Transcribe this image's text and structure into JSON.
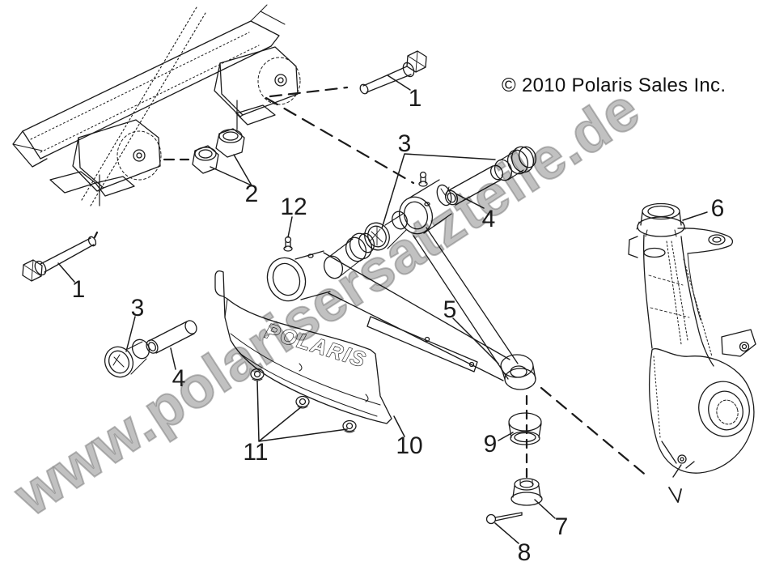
{
  "diagram": {
    "copyright": "© 2010 Polaris Sales Inc.",
    "watermark": "www.polarisersatzteile.de",
    "logo_text": "POLARIS",
    "ink_color": "#1b1b1b",
    "watermark_color": "#acacac"
  },
  "callouts": {
    "one_top": "1",
    "one_left": "1",
    "two": "2",
    "three_top": "3",
    "three_left": "3",
    "four_right": "4",
    "four_left": "4",
    "five": "5",
    "six": "6",
    "seven": "7",
    "eight": "8",
    "nine": "9",
    "ten": "10",
    "eleven": "11",
    "twelve": "12"
  }
}
